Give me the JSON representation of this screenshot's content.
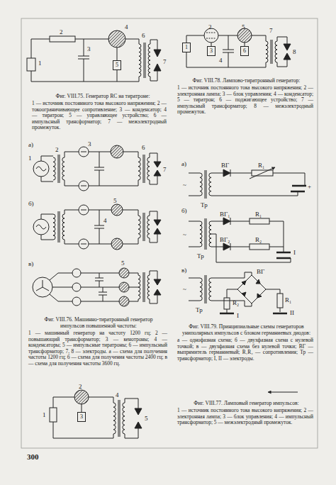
{
  "diagram": {
    "nodes": [
      {
        "text": [
          "5"
        ]
      },
      {
        "text": [
          "1"
        ]
      },
      {
        "text": [
          "3"
        ]
      },
      {
        "text": [
          "6"
        ]
      },
      {
        "text": [
          "3"
        ]
      }
    ],
    "labels": [
      "2",
      "4",
      "3",
      "6",
      "7",
      "1",
      "Фиг. VIII.75. Генератор RC на тиратроне:",
      "1 — источник постоянного тока высокого напряжения; 2 — токоограничивающее сопротивление; 3 — конденсатор; 4 — тиратрон; 5 — управляющее устройство; 6 — импульсный трансформатор; 7 — межэлектродный промежуток.",
      "2",
      "5",
      "4",
      "7",
      "8",
      "Фиг. VIII.78. Лампово-тиратронный генератор:",
      "1 — источник постоянного тока высокого напряжения; 2 — электронная лампа; 3 — блок управления; 4 — конденсатор; 5 — тиратрон; 6 — поджигающее устройство; 7 — импульсный трансформатор; 8 — межэлектродный промежуток.",
      "а)",
      "2",
      "3",
      "6",
      "7",
      "1",
      "б)",
      "4",
      "5",
      "в)",
      "5",
      "Фиг. VIII.76. Машинно-тиратронный генератор импульсов повышенной частоты:",
      "1 — машинный генератор на частоту 1200 гц; 2 — повышающий трансформатор; 3 — кенотроны; 4 — конденсаторы; 5 — импульсные тиратроны; 6 — импульсный трансформатор; 7, 8 — электроды. а — схема для получения частоты 1200 гц; б — схема для получения частоты 2400 гц; в — схема для получения частоты 3600 гц.",
      "а)",
      "ВГ",
      "R₁",
      "~",
      "Тр",
      "+",
      "б)",
      "ВГ₁",
      "R₁",
      "ВГ₂",
      "R₂",
      "~",
      "Тр",
      "I",
      "в)",
      "~",
      "ВГ",
      "R₁",
      "R₂",
      "Тр",
      "I",
      "II",
      "Фиг. VIII.79. Принципиальные схемы генераторов униполярных импульсов с блоком германиевых диодов:",
      "а — однофазная схема; б — двухфазная схема с нулевой точкой; в — двухфазная схема без нулевой точки; ВГ — выпрямитель германиевый; R₁R₂ — сопротивления; Тр — трансформатор; I, II — электроды.",
      "2",
      "4",
      "5",
      "1",
      "Фиг. VIII.77. Ламповый генератор импульсов:",
      "1 — источник постоянного тока высокого напряжения; 2 — электронная лампа; 3 — блок управления; 4 — импульсный трансформатор; 5 — межэлектродный промежуток.",
      "300"
    ]
  }
}
